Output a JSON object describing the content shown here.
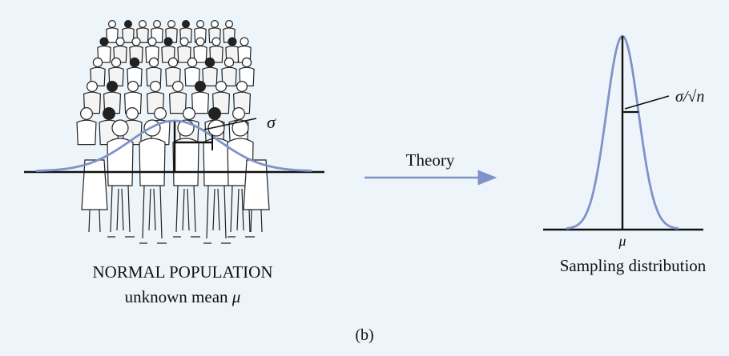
{
  "population": {
    "title": "NORMAL POPULATION",
    "subtitle_text": "unknown mean ",
    "subtitle_symbol": "μ",
    "sigma_label": "σ",
    "illustration": "crowd-of-people"
  },
  "arrow": {
    "label": "Theory"
  },
  "sampling": {
    "title": "Sampling distribution",
    "mean_label": "μ",
    "spread_label": "σ/√n"
  },
  "panel_label": "(b)",
  "colors": {
    "background": "#eef5fa",
    "curve": "#7f93c9",
    "ink": "#111111"
  }
}
